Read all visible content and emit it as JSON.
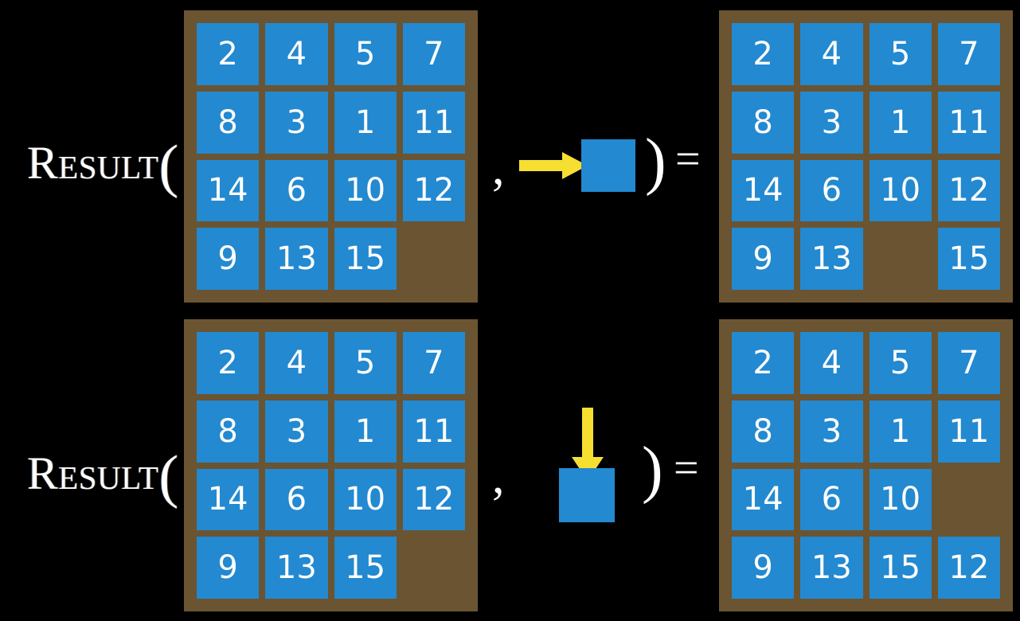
{
  "page": {
    "background_color": "#000000",
    "board_color": "#6b5431",
    "tile_color": "#2389d0",
    "tile_text_color": "#ffffff",
    "arrow_color": "#f7df32",
    "text_color": "#ffffff"
  },
  "symbols": {
    "result_word": "Result",
    "left_paren": "(",
    "comma": ",",
    "right_paren": ")",
    "equals": "="
  },
  "rows": [
    {
      "id": "row-right-move",
      "label": "Result",
      "input_board": {
        "name": "input-board-row1",
        "grid": [
          [
            "2",
            "4",
            "5",
            "7"
          ],
          [
            "8",
            "3",
            "1",
            "11"
          ],
          [
            "14",
            "6",
            "10",
            "12"
          ],
          [
            "9",
            "13",
            "15",
            ""
          ]
        ]
      },
      "action": {
        "name": "move-right-action",
        "arrow_icon": "arrow-right-icon",
        "direction": "right",
        "tile_label": ""
      },
      "output_board": {
        "name": "output-board-row1",
        "grid": [
          [
            "2",
            "4",
            "5",
            "7"
          ],
          [
            "8",
            "3",
            "1",
            "11"
          ],
          [
            "14",
            "6",
            "10",
            "12"
          ],
          [
            "9",
            "13",
            "",
            "15"
          ]
        ]
      }
    },
    {
      "id": "row-down-move",
      "label": "Result",
      "input_board": {
        "name": "input-board-row2",
        "grid": [
          [
            "2",
            "4",
            "5",
            "7"
          ],
          [
            "8",
            "3",
            "1",
            "11"
          ],
          [
            "14",
            "6",
            "10",
            "12"
          ],
          [
            "9",
            "13",
            "15",
            ""
          ]
        ]
      },
      "action": {
        "name": "move-down-action",
        "arrow_icon": "arrow-down-icon",
        "direction": "down",
        "tile_label": ""
      },
      "output_board": {
        "name": "output-board-row2",
        "grid": [
          [
            "2",
            "4",
            "5",
            "7"
          ],
          [
            "8",
            "3",
            "1",
            "11"
          ],
          [
            "14",
            "6",
            "10",
            ""
          ],
          [
            "9",
            "13",
            "15",
            "12"
          ]
        ]
      }
    }
  ]
}
